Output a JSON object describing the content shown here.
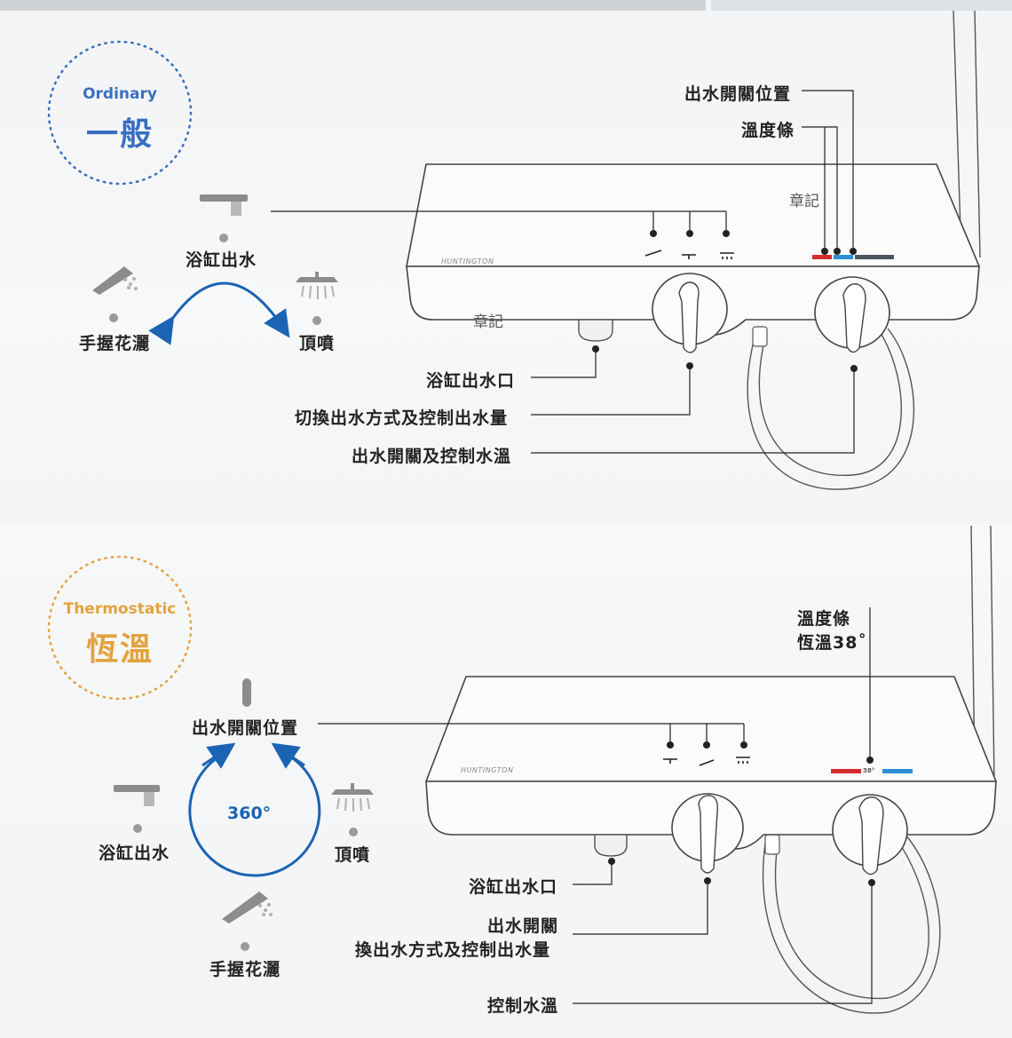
{
  "top": {
    "mode_en": "Ordinary",
    "mode_zh": "一般",
    "accent": "#3a6fc0",
    "labels": {
      "valve_position": "出水開關位置",
      "temp_bar": "溫度條",
      "bathtub_outlet_mode": "浴缸出水",
      "handheld": "手握花灑",
      "overhead": "頂噴",
      "bathtub_spout": "浴缸出水口",
      "switch_flow": "切換出水方式及控制出水量",
      "on_off_temp": "出水開關及控制水溫"
    },
    "stamp1": "章記",
    "stamp2": "章記",
    "brand": "HUNTINGTON"
  },
  "bottom": {
    "mode_en": "Thermostatic",
    "mode_zh": "恆溫",
    "accent": "#e2a33e",
    "degree": "360°",
    "labels": {
      "temp_bar": "溫度條",
      "thermo38": "恆溫38˚",
      "valve_position": "出水開關位置",
      "bathtub_outlet_mode": "浴缸出水",
      "overhead": "頂噴",
      "handheld": "手握花灑",
      "bathtub_spout": "浴缸出水口",
      "on_off": "出水開關",
      "switch_flow": "換出水方式及控制出水量",
      "control_temp": "控制水溫"
    },
    "temp_value": "38°",
    "brand": "HUNTINGTON"
  },
  "colors": {
    "hot": "#d62b2b",
    "cold": "#2d8fd6",
    "line": "#222222",
    "blue_arrow": "#1b63b3"
  }
}
